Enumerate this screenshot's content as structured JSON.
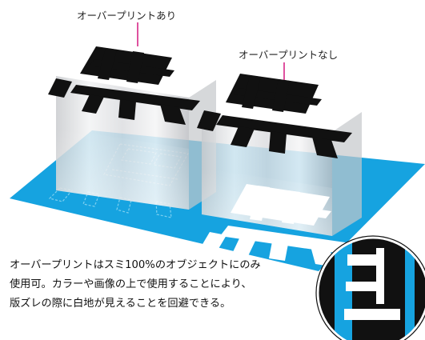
{
  "labels": {
    "overprint_on": "オーバープリントあり",
    "overprint_off": "オーバープリントなし"
  },
  "glyph": "黒",
  "description": {
    "line1": "オーバープリントはスミ100%のオブジェクトにのみ",
    "line2": "使用可。カラーや画像の上で使用することにより、",
    "line3": "版ズレの際に白地が見えることを回避できる。"
  },
  "colors": {
    "cyan": "#16a3e0",
    "black": "#111111",
    "leader": "#d4197f"
  }
}
